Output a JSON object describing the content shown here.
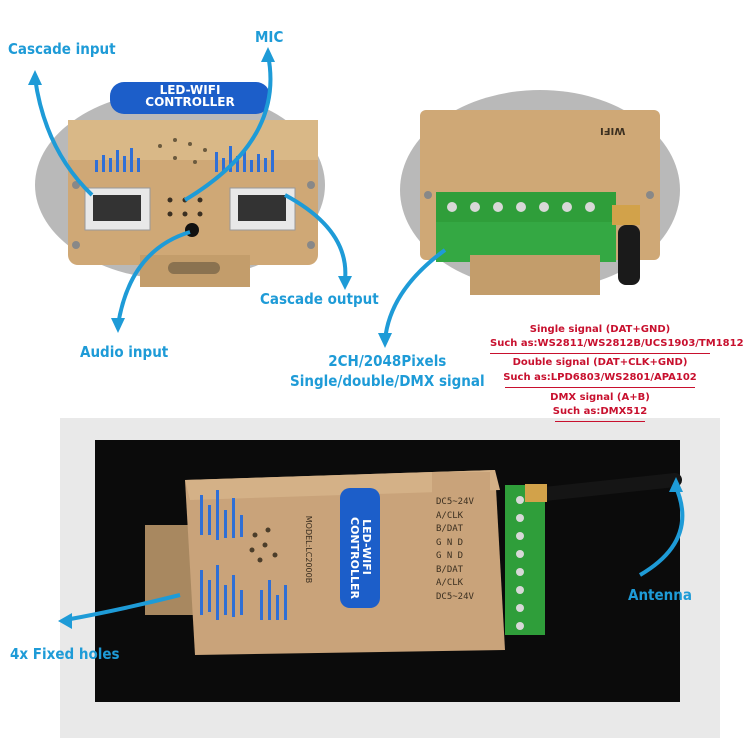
{
  "callouts": {
    "cascade_input": "Cascade input",
    "mic": "MIC",
    "cascade_output": "Cascade output",
    "audio_input": "Audio input",
    "channels_line1": "2CH/2048Pixels",
    "channels_line2": "Single/double/DMX signal",
    "antenna": "Antenna",
    "fixed_holes": "4x Fixed holes"
  },
  "signals": {
    "single_title": "Single signal (DAT+GND)",
    "single_examples": "Such as:WS2811/WS2812B/UCS1903/TM1812",
    "double_title": "Double signal (DAT+CLK+GND)",
    "double_examples": "Such as:LPD6803/WS2801/APA102",
    "dmx_title": "DMX signal (A+B)",
    "dmx_examples": "Such as:DMX512"
  },
  "device": {
    "badge_line1": "LED-WIFI",
    "badge_line2": "CONTROLLER",
    "model": "MODEL:LC2000B",
    "wifi_label": "WIFI",
    "terminals": [
      "DC5~24V",
      "A/CLK",
      "B/DAT",
      "G N D",
      "G N D",
      "B/DAT",
      "A/CLK",
      "DC5~24V"
    ]
  },
  "colors": {
    "callout_blue": "#1e9bd7",
    "spec_red": "#c8102e",
    "housing_gold": "#cfa876",
    "terminal_green": "#2f9e3a",
    "badge_blue": "#1c5ec9"
  }
}
